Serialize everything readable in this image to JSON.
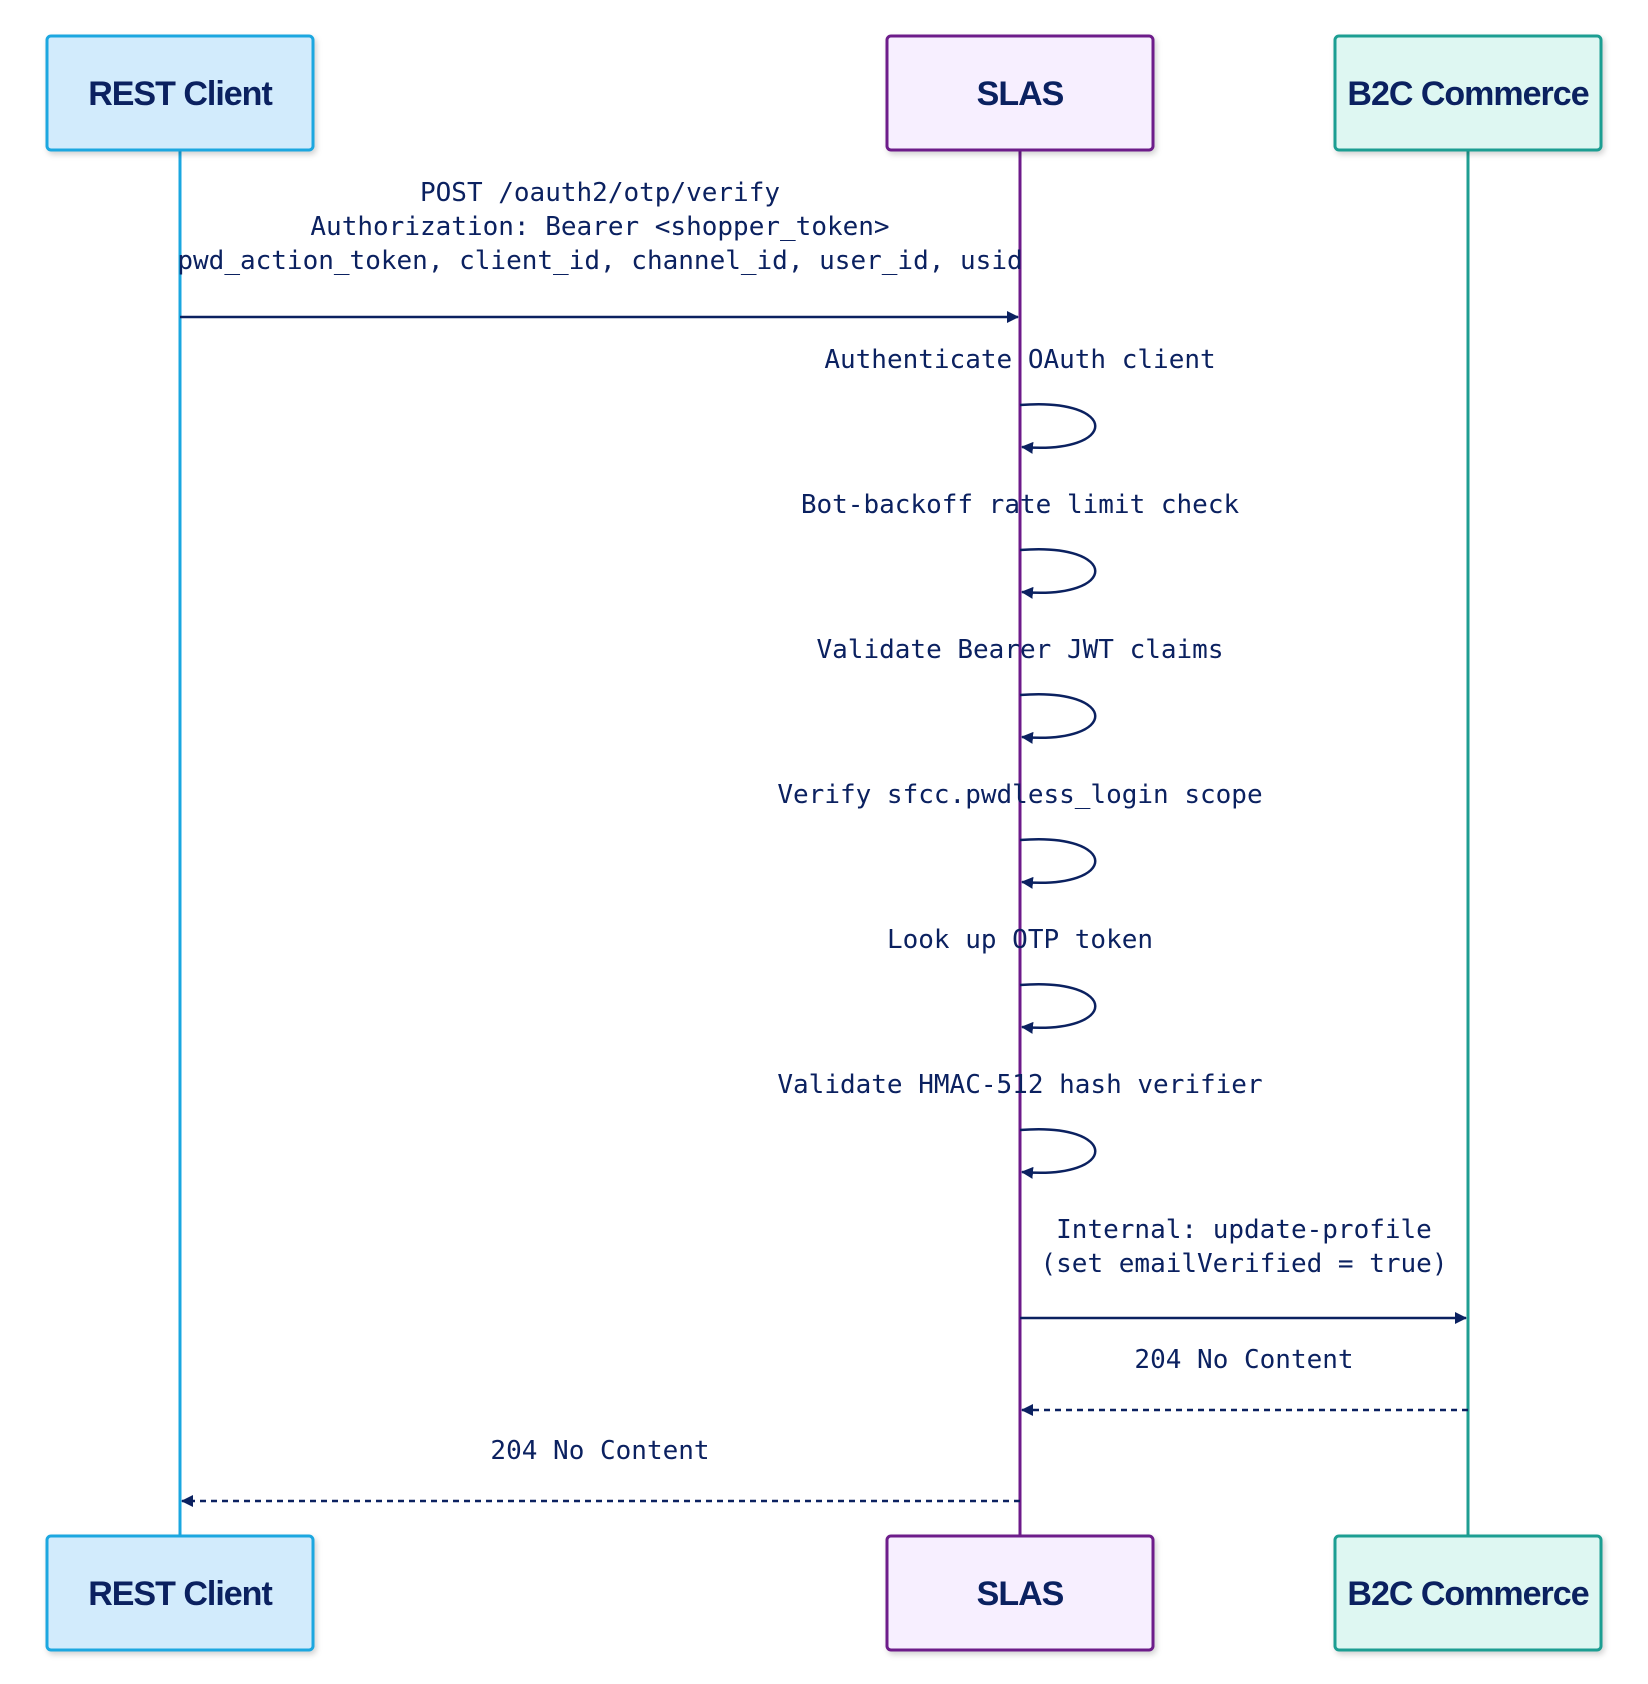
{
  "actors": [
    {
      "id": "rest",
      "label": "REST Client",
      "stroke": "#1aa7e0",
      "fill": "#d2ebfc"
    },
    {
      "id": "slas",
      "label": "SLAS",
      "stroke": "#6d1a8a",
      "fill": "#f7efff"
    },
    {
      "id": "b2c",
      "label": "B2C Commerce",
      "stroke": "#1f9e92",
      "fill": "#def7f2"
    }
  ],
  "messages": [
    {
      "from": "rest",
      "to": "slas",
      "style": "solid",
      "lines": [
        "POST /oauth2/otp/verify",
        "Authorization: Bearer <shopper_token>",
        "pwd_action_token, client_id, channel_id, user_id, usid"
      ]
    },
    {
      "from": "slas",
      "to": "slas",
      "style": "self",
      "lines": [
        "Authenticate OAuth client"
      ]
    },
    {
      "from": "slas",
      "to": "slas",
      "style": "self",
      "lines": [
        "Bot-backoff rate limit check"
      ]
    },
    {
      "from": "slas",
      "to": "slas",
      "style": "self",
      "lines": [
        "Validate Bearer JWT claims"
      ]
    },
    {
      "from": "slas",
      "to": "slas",
      "style": "self",
      "lines": [
        "Verify sfcc.pwdless_login scope"
      ]
    },
    {
      "from": "slas",
      "to": "slas",
      "style": "self",
      "lines": [
        "Look up OTP token"
      ]
    },
    {
      "from": "slas",
      "to": "slas",
      "style": "self",
      "lines": [
        "Validate HMAC-512 hash verifier"
      ]
    },
    {
      "from": "slas",
      "to": "b2c",
      "style": "solid",
      "lines": [
        "Internal: update-profile",
        "(set emailVerified = true)"
      ]
    },
    {
      "from": "b2c",
      "to": "slas",
      "style": "dashed",
      "lines": [
        "204 No Content"
      ]
    },
    {
      "from": "slas",
      "to": "rest",
      "style": "dashed",
      "lines": [
        "204 No Content"
      ]
    }
  ],
  "colors": {
    "ink": "#0b2160"
  }
}
